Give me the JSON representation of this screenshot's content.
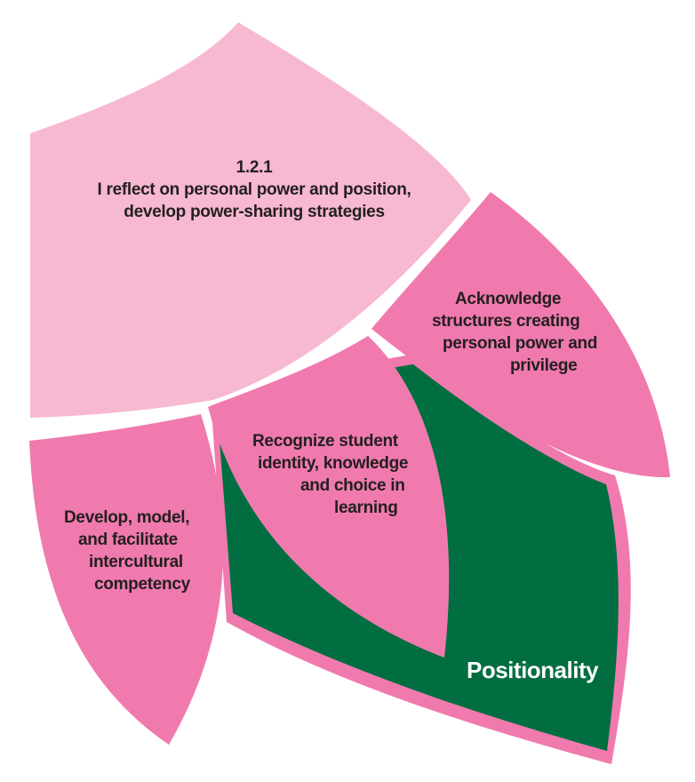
{
  "colors": {
    "light_pink": "#f7b8d2",
    "pink": "#f07aae",
    "green": "#006e40",
    "text_dark": "#231f20",
    "text_light": "#ffffff"
  },
  "top_petal": {
    "number": "1.2.1",
    "line1": "I reflect on personal power and position,",
    "line2": "develop power-sharing strategies"
  },
  "right_petal": {
    "line1": "Acknowledge",
    "line2": "structures creating",
    "line3": "personal power and",
    "line4": "privilege"
  },
  "middle_petal": {
    "line1": "Recognize student",
    "line2": "identity, knowledge",
    "line3": "and choice in",
    "line4": "learning"
  },
  "left_petal": {
    "line1": "Develop, model,",
    "line2": "and facilitate",
    "line3": "intercultural",
    "line4": "competency"
  },
  "title": "Positionality"
}
